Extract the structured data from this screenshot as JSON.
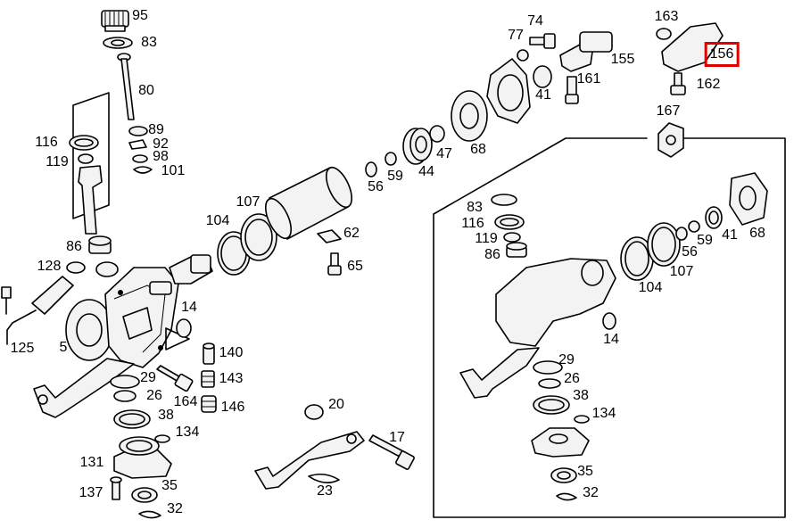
{
  "highlight": {
    "part": "156",
    "color": "#e00000"
  },
  "parts": [
    {
      "id": "p95",
      "label": "95"
    },
    {
      "id": "p83a",
      "label": "83"
    },
    {
      "id": "p80",
      "label": "80"
    },
    {
      "id": "p116a",
      "label": "116"
    },
    {
      "id": "p89",
      "label": "89"
    },
    {
      "id": "p92",
      "label": "92"
    },
    {
      "id": "p119a",
      "label": "119"
    },
    {
      "id": "p98",
      "label": "98"
    },
    {
      "id": "p101",
      "label": "101"
    },
    {
      "id": "p86a",
      "label": "86"
    },
    {
      "id": "p128",
      "label": "128"
    },
    {
      "id": "p125",
      "label": "125"
    },
    {
      "id": "p5",
      "label": "5"
    },
    {
      "id": "p14a",
      "label": "14"
    },
    {
      "id": "p140",
      "label": "140"
    },
    {
      "id": "p143",
      "label": "143"
    },
    {
      "id": "p29a",
      "label": "29"
    },
    {
      "id": "p26a",
      "label": "26"
    },
    {
      "id": "p164",
      "label": "164"
    },
    {
      "id": "p146",
      "label": "146"
    },
    {
      "id": "p38a",
      "label": "38"
    },
    {
      "id": "p134a",
      "label": "134"
    },
    {
      "id": "p131",
      "label": "131"
    },
    {
      "id": "p35a",
      "label": "35"
    },
    {
      "id": "p137",
      "label": "137"
    },
    {
      "id": "p32a",
      "label": "32"
    },
    {
      "id": "p104a",
      "label": "104"
    },
    {
      "id": "p107a",
      "label": "107"
    },
    {
      "id": "p62",
      "label": "62"
    },
    {
      "id": "p65",
      "label": "65"
    },
    {
      "id": "p56a",
      "label": "56"
    },
    {
      "id": "p59a",
      "label": "59"
    },
    {
      "id": "p44",
      "label": "44"
    },
    {
      "id": "p47",
      "label": "47"
    },
    {
      "id": "p68a",
      "label": "68"
    },
    {
      "id": "p77",
      "label": "77"
    },
    {
      "id": "p74",
      "label": "74"
    },
    {
      "id": "p41a",
      "label": "41"
    },
    {
      "id": "p161",
      "label": "161"
    },
    {
      "id": "p155",
      "label": "155"
    },
    {
      "id": "p163",
      "label": "163"
    },
    {
      "id": "p156",
      "label": "156"
    },
    {
      "id": "p162",
      "label": "162"
    },
    {
      "id": "p167",
      "label": "167"
    },
    {
      "id": "p20",
      "label": "20"
    },
    {
      "id": "p17",
      "label": "17"
    },
    {
      "id": "p23",
      "label": "23"
    },
    {
      "id": "p83b",
      "label": "83"
    },
    {
      "id": "p116b",
      "label": "116"
    },
    {
      "id": "p119b",
      "label": "119"
    },
    {
      "id": "p86b",
      "label": "86"
    },
    {
      "id": "p104b",
      "label": "104"
    },
    {
      "id": "p107b",
      "label": "107"
    },
    {
      "id": "p56b",
      "label": "56"
    },
    {
      "id": "p59b",
      "label": "59"
    },
    {
      "id": "p41b",
      "label": "41"
    },
    {
      "id": "p68b",
      "label": "68"
    },
    {
      "id": "p14b",
      "label": "14"
    },
    {
      "id": "p29b",
      "label": "29"
    },
    {
      "id": "p26b",
      "label": "26"
    },
    {
      "id": "p38b",
      "label": "38"
    },
    {
      "id": "p134b",
      "label": "134"
    },
    {
      "id": "p35b",
      "label": "35"
    },
    {
      "id": "p32b",
      "label": "32"
    }
  ]
}
